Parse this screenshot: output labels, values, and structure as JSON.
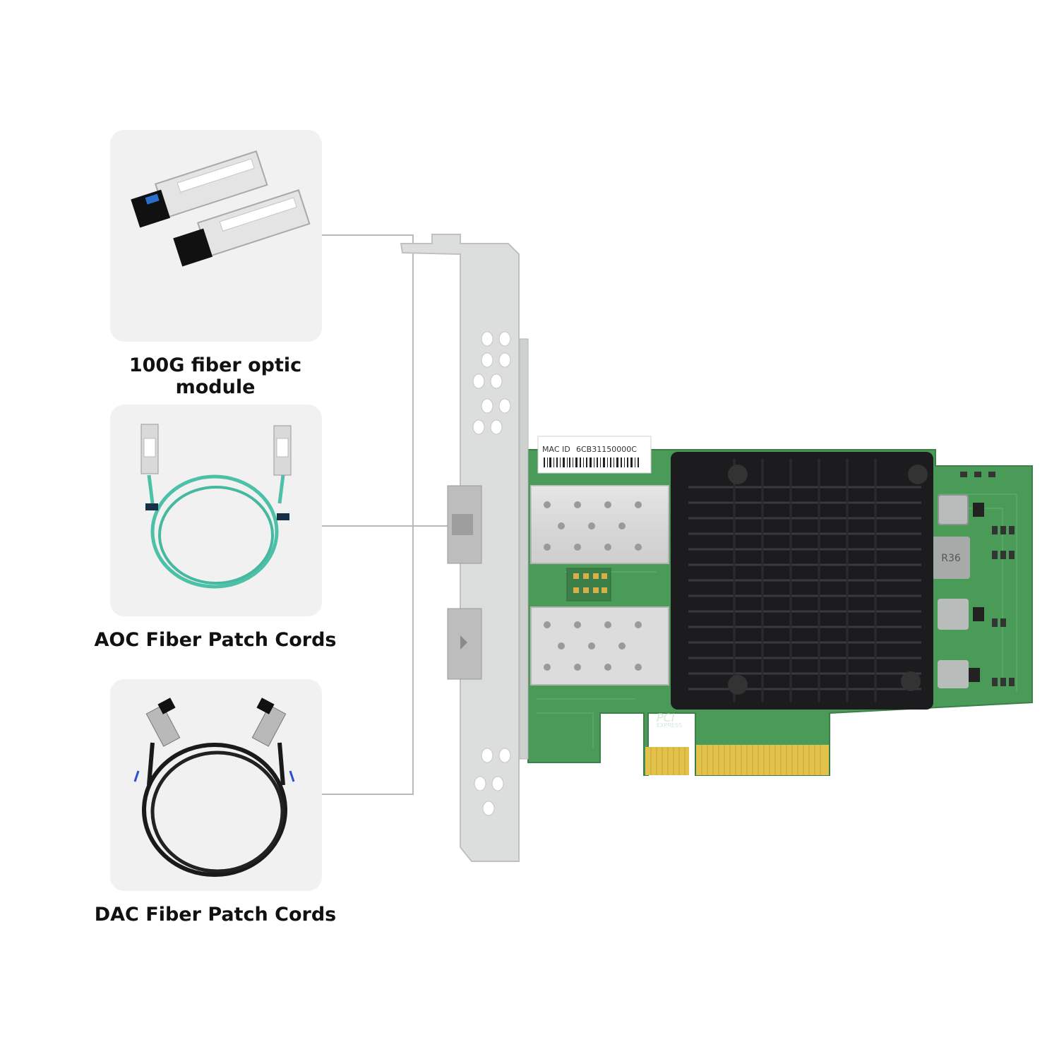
{
  "accessories": [
    {
      "caption": "100G fiber optic module",
      "icon": "transceiver-modules"
    },
    {
      "caption": "AOC Fiber Patch Cords",
      "icon": "aoc-cable"
    },
    {
      "caption": "DAC Fiber Patch Cords",
      "icon": "dac-cable"
    }
  ],
  "card": {
    "mac_label": "MAC ID",
    "mac_value": "6CB31150000C",
    "pcie_logo_text": "PCI",
    "pcie_logo_sub": "EXPRESS",
    "inductor_label": "R36",
    "heatsink_color": "#1c1c1e",
    "pcb_color": "#4a9a58",
    "bracket_color": "#d9dadb"
  }
}
